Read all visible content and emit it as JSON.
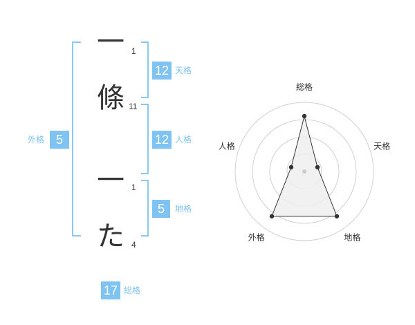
{
  "characters": [
    {
      "char": "一",
      "strokes": "1"
    },
    {
      "char": "條",
      "strokes": "11"
    },
    {
      "char": "一",
      "strokes": "1"
    },
    {
      "char": "た",
      "strokes": "4"
    }
  ],
  "kaku": {
    "tenkaku": {
      "value": "12",
      "label": "天格"
    },
    "jinkaku": {
      "value": "12",
      "label": "人格"
    },
    "chikaku": {
      "value": "5",
      "label": "地格"
    },
    "gaikaku": {
      "value": "5",
      "label": "外格"
    },
    "soukaku": {
      "value": "17",
      "label": "総格"
    }
  },
  "colors": {
    "accent": "#7ec3f2",
    "bracket": "#8ac8f0",
    "text": "#333333",
    "radar_fill": "#eeeeee"
  },
  "radar": {
    "axes": [
      "総格",
      "天格",
      "地格",
      "外格",
      "人格"
    ],
    "max": 5,
    "rings": 4,
    "values": [
      4,
      1,
      4,
      4,
      1
    ]
  }
}
